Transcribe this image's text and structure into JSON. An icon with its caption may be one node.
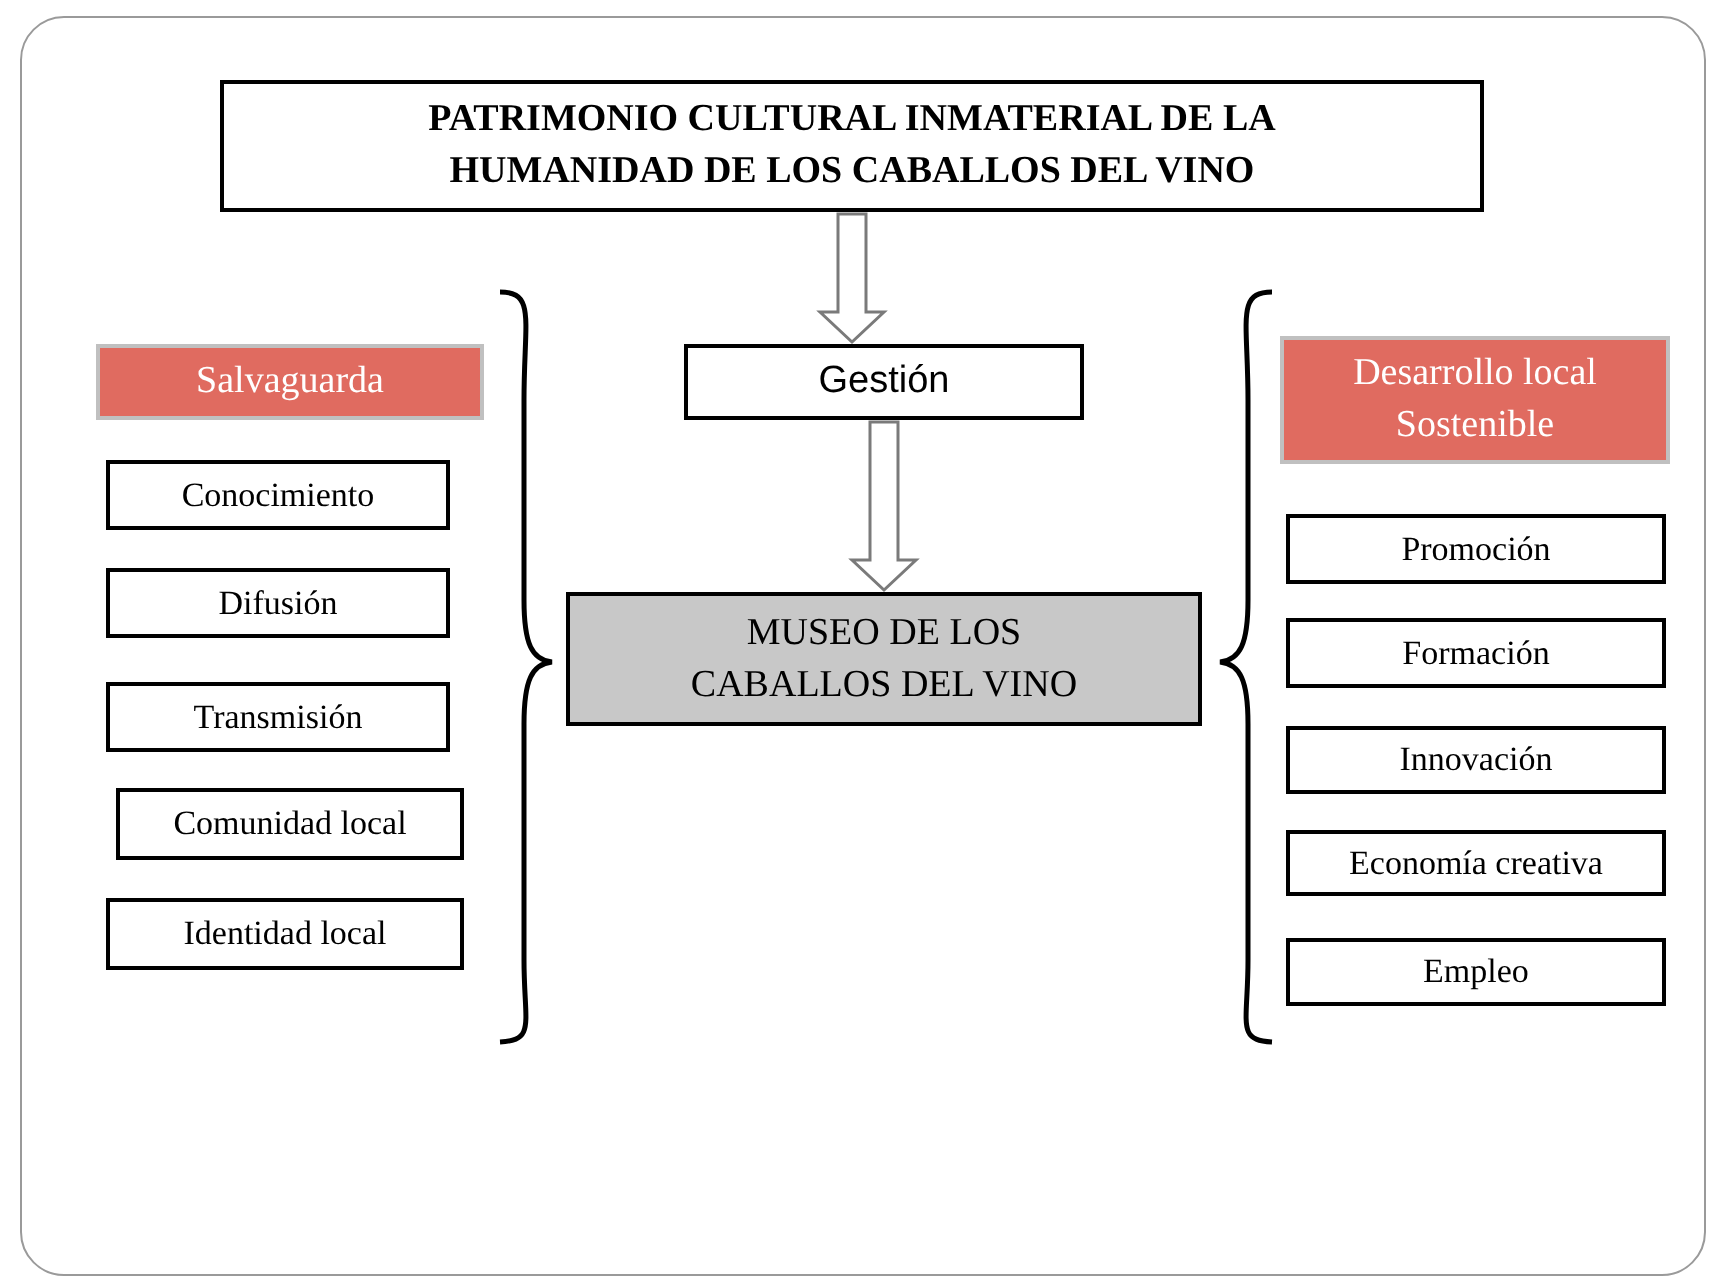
{
  "diagram": {
    "nodes": [
      {
        "text": [
          "PATRIMONIO CULTURAL INMATERIAL DE LA HUMANIDAD DE LOS CABALLOS DEL VINO"
        ]
      },
      {
        "text": [
          "Salvaguarda"
        ]
      },
      {
        "text": [
          "Conocimiento"
        ]
      },
      {
        "text": [
          "Difusión"
        ]
      },
      {
        "text": [
          "Transmisión"
        ]
      },
      {
        "text": [
          "Comunidad local"
        ]
      },
      {
        "text": [
          "Identidad local"
        ]
      },
      {
        "text": [
          "Gestión"
        ]
      },
      {
        "text": [
          "MUSEO DE LOS CABALLOS DEL VINO"
        ]
      },
      {
        "text": [
          "Desarrollo local Sostenible"
        ]
      },
      {
        "text": [
          "Promoción"
        ]
      },
      {
        "text": [
          "Formación"
        ]
      },
      {
        "text": [
          "Innovación"
        ]
      },
      {
        "text": [
          "Economía creativa"
        ]
      },
      {
        "text": [
          "Empleo"
        ]
      }
    ],
    "edges": [
      {
        "from": 0,
        "to": 7,
        "arrow": "to"
      },
      {
        "from": 7,
        "to": 8,
        "arrow": "to"
      }
    ]
  }
}
